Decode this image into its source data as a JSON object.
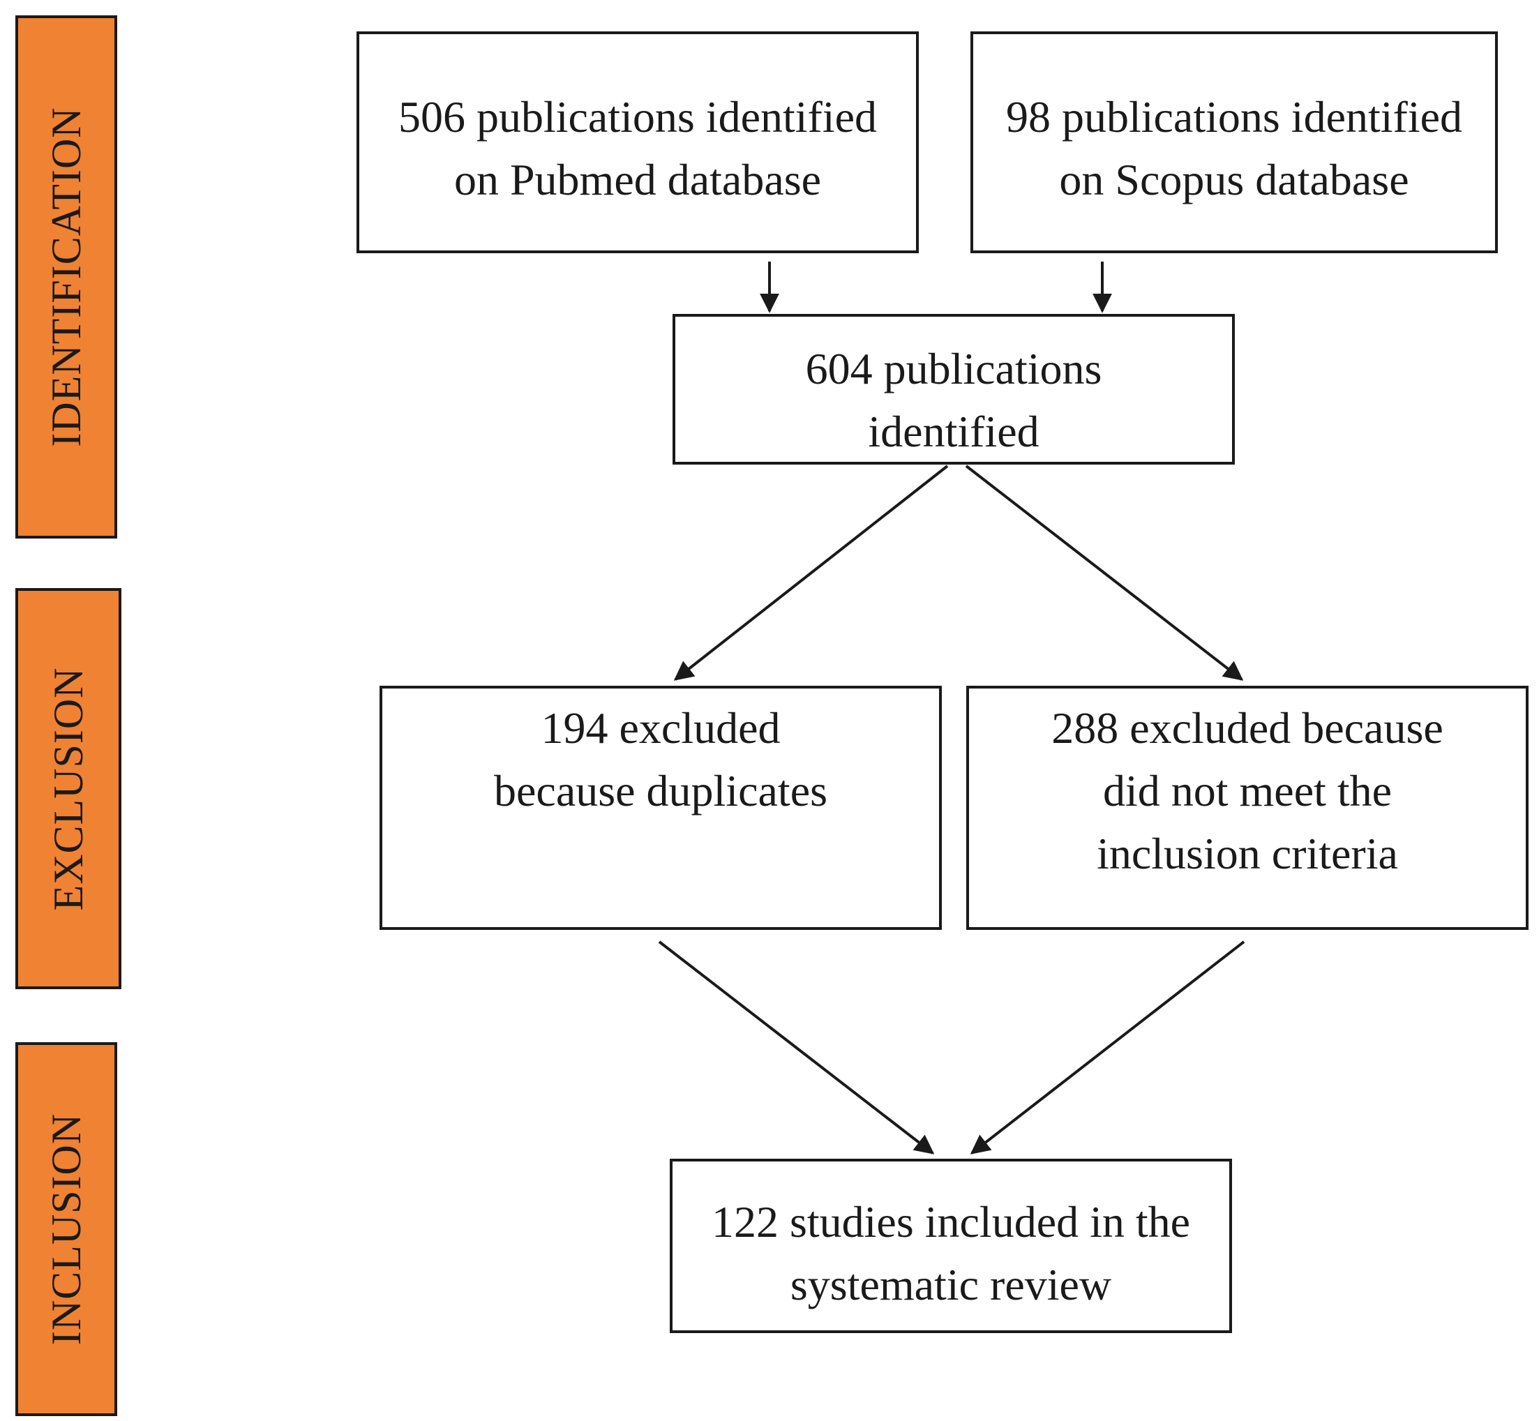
{
  "phases": {
    "identification": "IDENTIFICATION",
    "exclusion": "EXCLUSION",
    "inclusion": "INCLUSION"
  },
  "boxes": {
    "pubmed": "506 publications identified on Pubmed database",
    "scopus": "98 publications identified on Scopus database",
    "total": "604 publications identified",
    "duplicates": "194 excluded because duplicates",
    "criteria": "288 excluded because did not meet the inclusion criteria",
    "included": "122 studies included in the systematic review"
  },
  "colors": {
    "phase_fill": "#ef8233",
    "line": "#1a1a1a"
  }
}
